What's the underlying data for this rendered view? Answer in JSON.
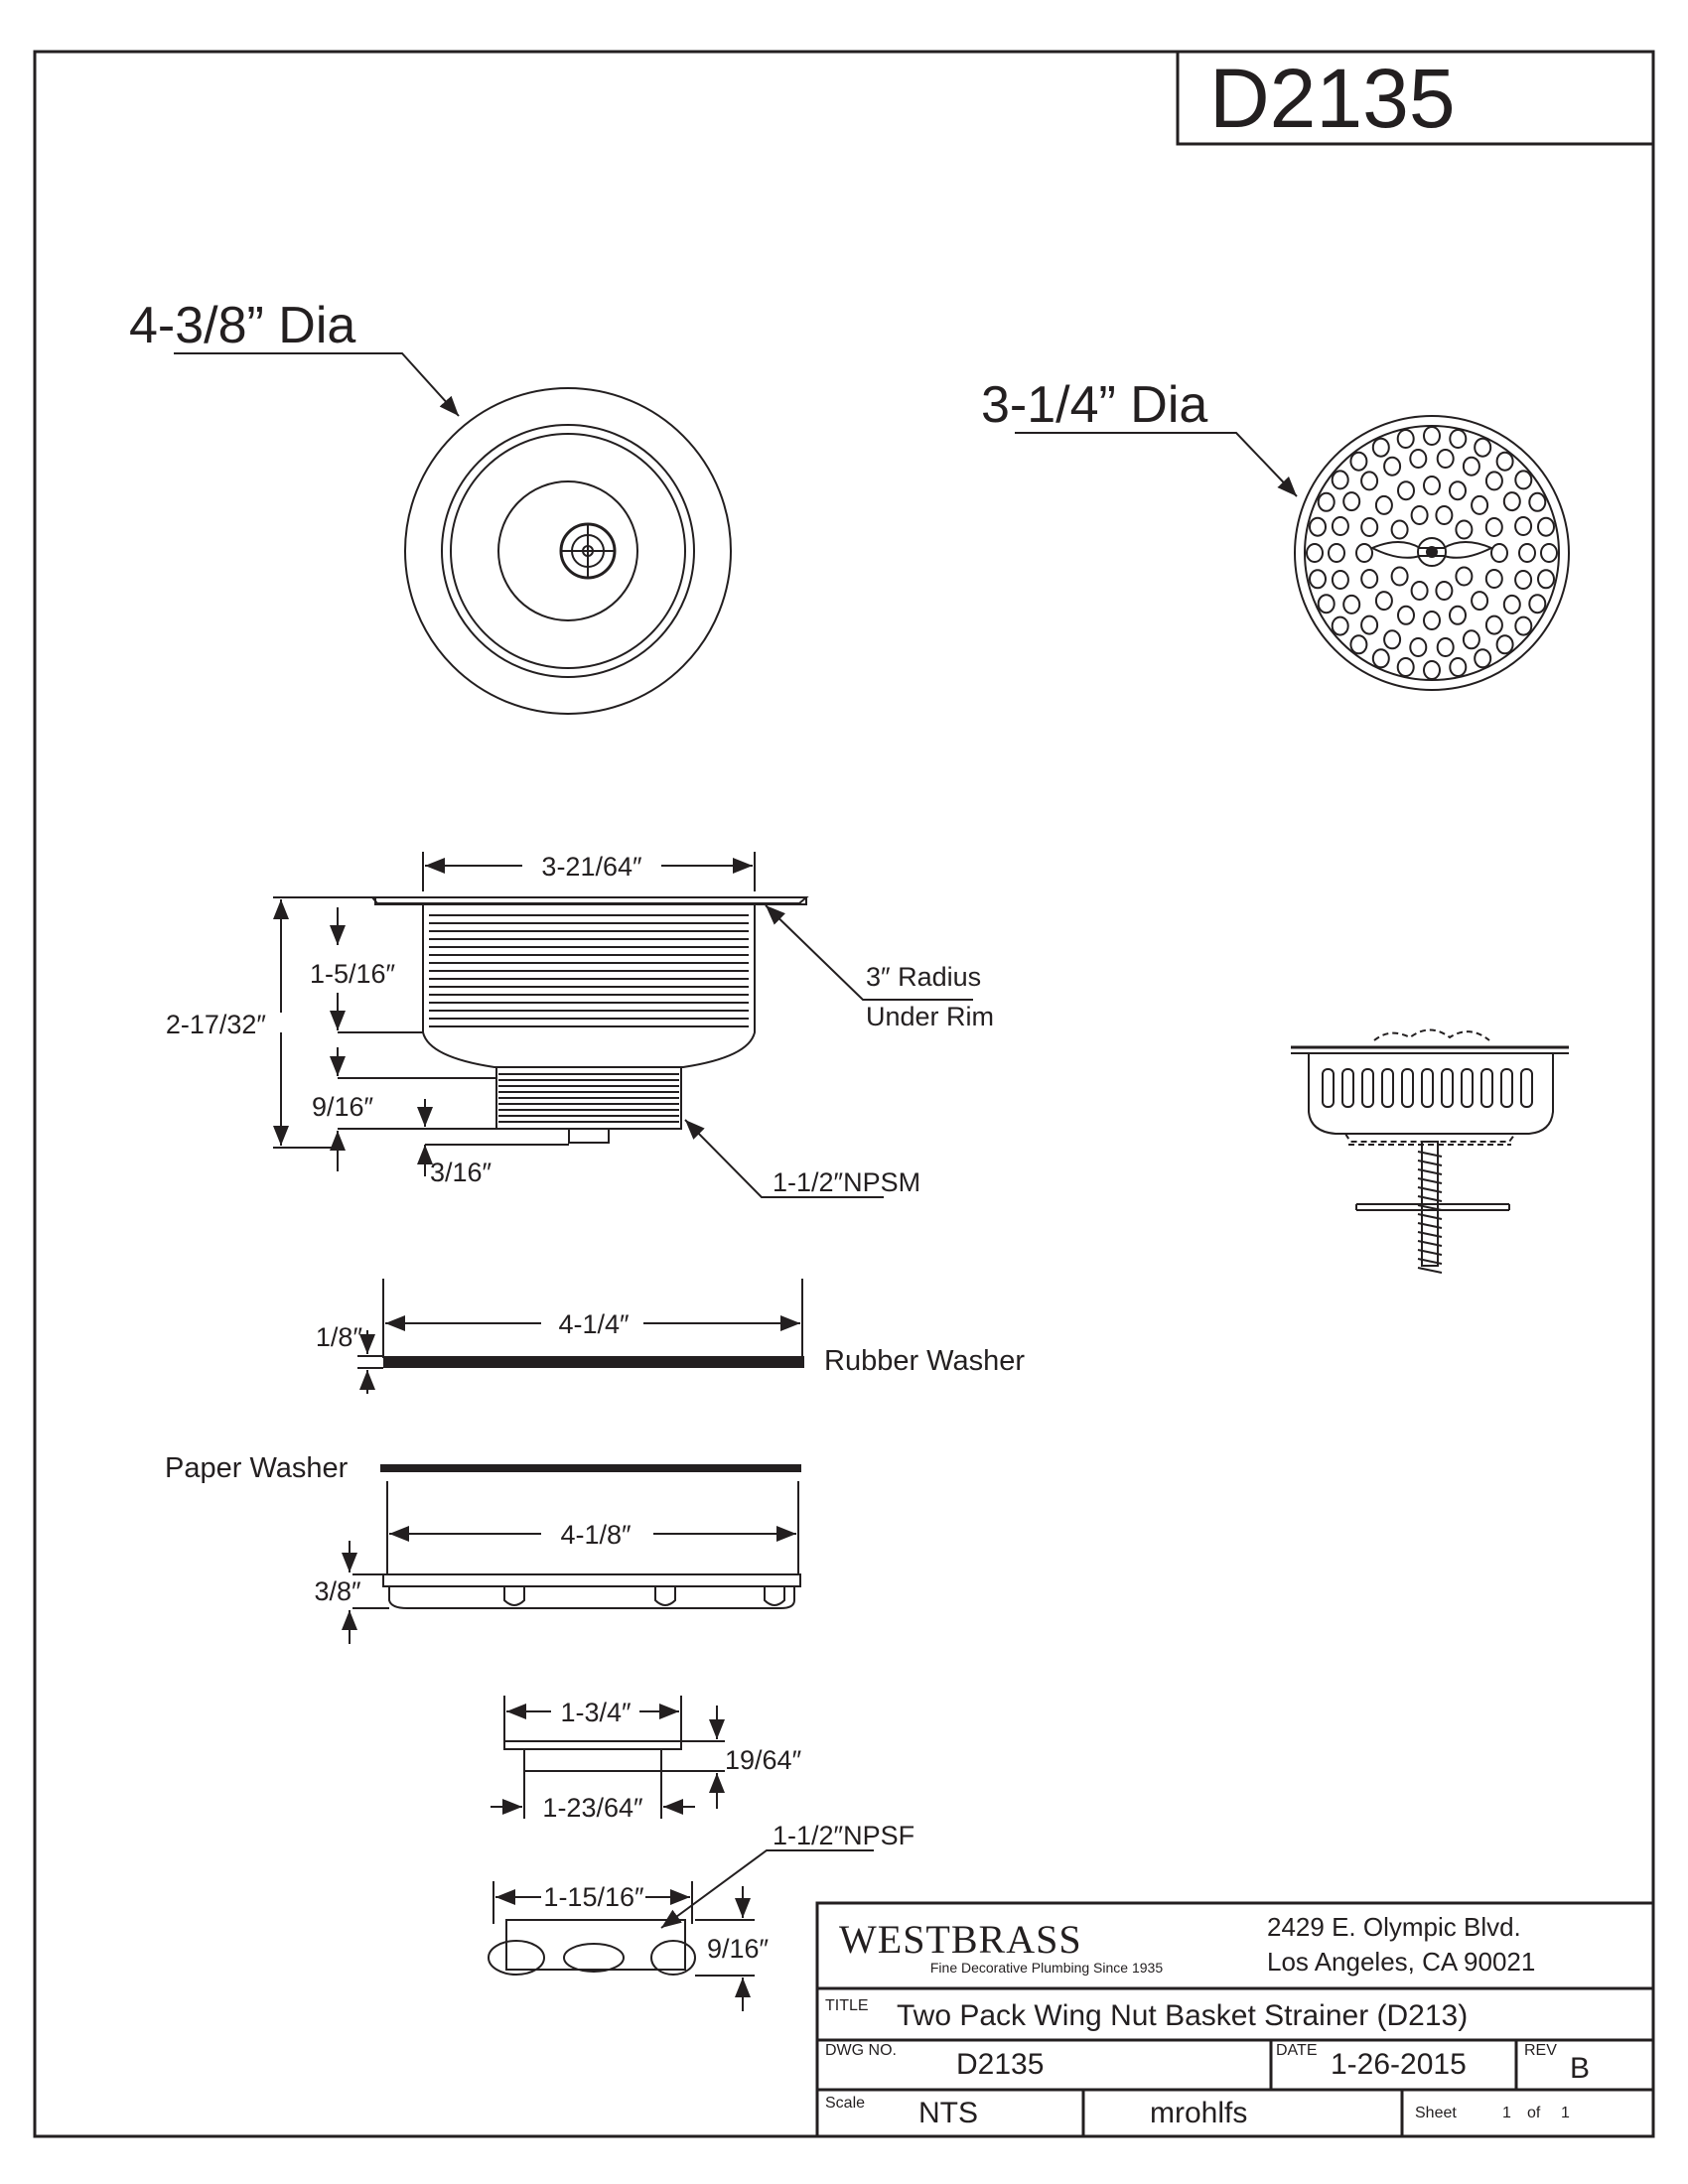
{
  "drawing_number": "D2135",
  "top_view": {
    "body_dia": "4-3/8” Dia",
    "basket_dia": "3-1/4” Dia"
  },
  "body_dims": {
    "width": "3-21/64″",
    "upper_height": "1-5/16″",
    "overall_height": "2-17/32″",
    "thread_height": "9/16″",
    "tail": "3/16″",
    "radius_line1": "3″ Radius",
    "radius_line2": "Under Rim",
    "thread": "1-1/2″NPSM"
  },
  "rubber_washer": {
    "width": "4-1/4″",
    "thickness": "1/8″",
    "label": "Rubber Washer"
  },
  "paper_washer": {
    "label": "Paper Washer"
  },
  "locknut": {
    "width": "4-1/8″",
    "height": "3/8″"
  },
  "coupling_washer": {
    "outer": "1-3/4″",
    "inner": "1-23/64″",
    "height": "19/64″"
  },
  "coupling_nut": {
    "thread": "1-1/2″NPSF",
    "width": "1-15/16″",
    "height": "9/16″"
  },
  "title_block": {
    "company": "WESTBRASS",
    "tagline": "Fine Decorative Plumbing Since 1935",
    "address_line1": "2429 E. Olympic Blvd.",
    "address_line2": "Los Angeles, CA 90021",
    "title_label": "TITLE",
    "title": "Two Pack Wing Nut Basket Strainer (D213)",
    "dwg_label": "DWG NO.",
    "dwg_no": "D2135",
    "date_label": "DATE",
    "date": "1-26-2015",
    "rev_label": "REV",
    "rev": "B",
    "scale_label": "Scale",
    "scale": "NTS",
    "author": "mrohlfs",
    "sheet_label": "Sheet",
    "sheet_no": "1",
    "sheet_of_label": "of",
    "sheet_total": "1"
  }
}
